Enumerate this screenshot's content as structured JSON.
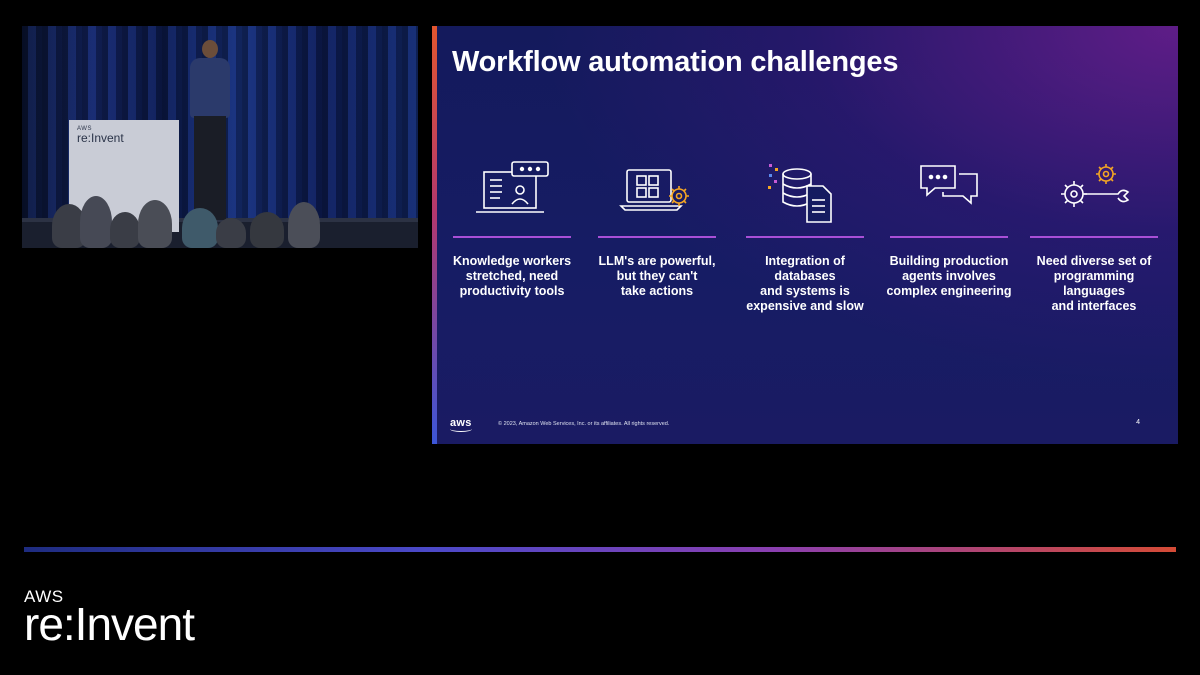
{
  "video": {
    "podium_logo_small": "AWS",
    "podium_logo_main": "re:Invent"
  },
  "slide": {
    "title": "Workflow automation challenges",
    "columns": [
      {
        "icon": "worker-screen-chat-icon",
        "label": "Knowledge workers\nstretched, need\nproductivity tools"
      },
      {
        "icon": "laptop-gear-icon",
        "label": "LLM's are powerful,\nbut they can't\ntake actions"
      },
      {
        "icon": "database-document-icon",
        "label": "Integration of databases\nand systems is\nexpensive and slow"
      },
      {
        "icon": "chat-bubbles-icon",
        "label": "Building production\nagents involves\ncomplex engineering"
      },
      {
        "icon": "gears-wrench-icon",
        "label": "Need diverse set of\nprogramming languages\nand interfaces"
      }
    ],
    "aws_mark": "aws",
    "copyright": "© 2023, Amazon Web Services, Inc. or its affiliates. All rights reserved.",
    "page_number": "4"
  },
  "event_logo": {
    "aws": "AWS",
    "name": "re:Invent"
  },
  "colors": {
    "slide_bg": "#151b60",
    "rule": "#a94fd7",
    "accent_start": "#e2562f",
    "accent_end": "#3c56d8"
  }
}
